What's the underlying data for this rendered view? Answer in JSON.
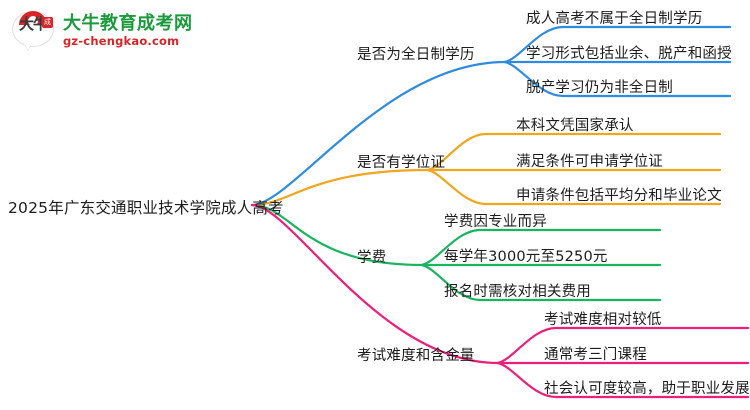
{
  "logo": {
    "mark_text": "大牛",
    "mark_badge": "成",
    "title": "大牛教育成考网",
    "subtitle": "gz-chengkao.com",
    "title_color": "#1a9a3c",
    "subtitle_color": "#d8252a",
    "cap_color": "#d8252a"
  },
  "mindmap": {
    "root": {
      "label": "2025年广东交通职业技术学院成人高考"
    },
    "branches": [
      {
        "label": "是否为全日制学历",
        "color": "#2e8ce0",
        "children": [
          "成人高考不属于全日制学历",
          "学习形式包括业余、脱产和函授",
          "脱产学习仍为非全日制"
        ]
      },
      {
        "label": "是否有学位证",
        "color": "#f0a61e",
        "children": [
          "本科文凭国家承认",
          "满足条件可申请学位证",
          "申请条件包括平均分和毕业论文"
        ]
      },
      {
        "label": "学费",
        "color": "#18b45e",
        "children": [
          "学费因专业而异",
          "每学年3000元至5250元",
          "报名时需核对相关费用"
        ]
      },
      {
        "label": "考试难度和含金量",
        "color": "#ec1f79",
        "children": [
          "考试难度相对较低",
          "通常考三门课程",
          "社会认可度较高，助于职业发展"
        ]
      }
    ]
  }
}
